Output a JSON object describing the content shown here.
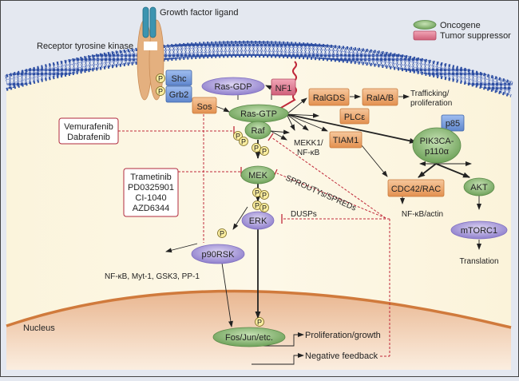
{
  "title": "RTK-Ras signaling pathway",
  "legend": {
    "oncogene": "Oncogene",
    "tumor_suppressor": "Tumor suppressor"
  },
  "labels": {
    "growth_factor_ligand": "Growth factor ligand",
    "receptor_tyrosine_kinase": "Receptor tyrosine kinase",
    "nucleus": "Nucleus",
    "trafficking": "Trafficking/",
    "proliferation1": "proliferation",
    "mekk1": "MEKK1/",
    "nfkb1": "NF-κB",
    "nfkb_actin": "NF-κB/actin",
    "translation": "Translation",
    "rsk_targets": "NF-κB, Myt-1, GSK3, PP-1",
    "sprouty": "SPROUTYs/SPREDs",
    "dusps": "DUSPs",
    "prolif_growth": "Proliferation/growth",
    "neg_feedback": "Negative feedback"
  },
  "drugs": {
    "raf_inhibitors": [
      "Vemurafenib",
      "Dabrafenib"
    ],
    "mek_inhibitors": [
      "Trametinib",
      "PD0325901",
      "CI-1040",
      "AZD6344"
    ]
  },
  "nodes": {
    "shc": "Shc",
    "grb2": "Grb2",
    "sos": "Sos",
    "ras_gdp": "Ras-GDP",
    "nf1": "NF1",
    "ras_gtp": "Ras-GTP",
    "raf": "Raf",
    "ralgds": "RalGDS",
    "ralab": "RalA/B",
    "plce": "PLCε",
    "tiam1": "TIAM1",
    "p85": "p85",
    "pik3ca1": "PIK3CA-",
    "pik3ca2": "p110α",
    "mek": "MEK",
    "erk": "ERK",
    "cdc42": "CDC42/RAC",
    "akt": "AKT",
    "mtorc1": "mTORC1",
    "p90rsk": "p90RSK",
    "fos": "Fos/Jun/etc.",
    "p": "P"
  },
  "colors": {
    "oncogene": "#7fb069",
    "tumor_suppressor": "#d9738a",
    "adaptor_blue": "#6f95d6",
    "orange_box": "#e8a06a",
    "purple": "#a99ad6",
    "inhibit_red": "#c0293a",
    "membrane_blue": "#2e4fa3",
    "nucleus_envelope": "#d07a3c"
  }
}
